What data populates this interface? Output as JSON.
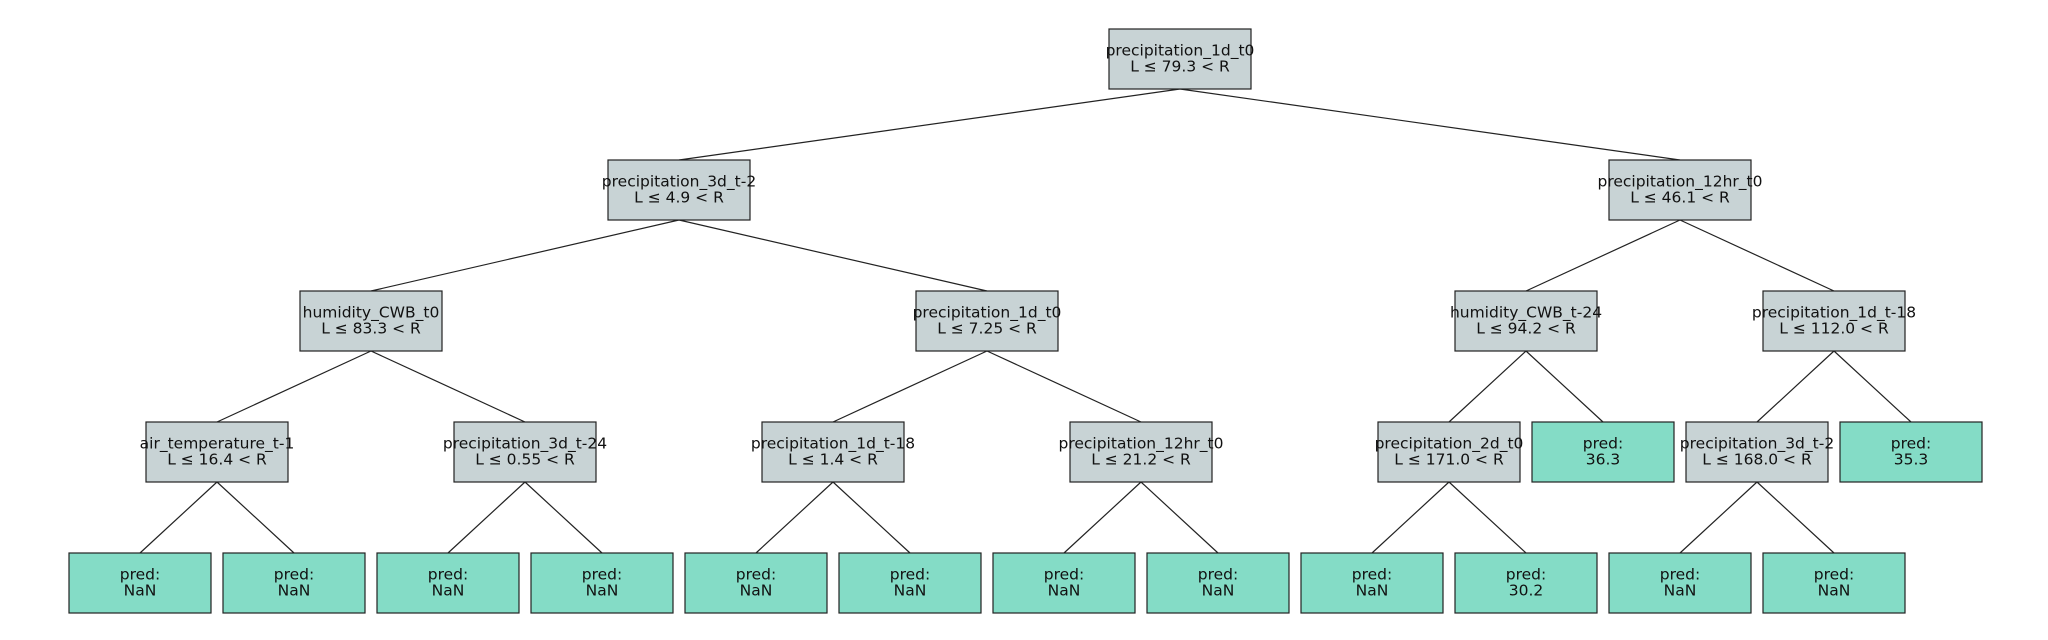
{
  "colors": {
    "split_fill": "#c8d3d5",
    "leaf_fill": "#84dcc6",
    "border": "#222222",
    "edge": "#222222"
  },
  "nodes": [
    {
      "id": "n0",
      "kind": "split",
      "lines": [
        "precipitation_1d_t0",
        "L ≤ 79.3 < R"
      ]
    },
    {
      "id": "n1",
      "kind": "split",
      "lines": [
        "precipitation_3d_t-2",
        "L ≤ 4.9 < R"
      ]
    },
    {
      "id": "n2",
      "kind": "split",
      "lines": [
        "precipitation_12hr_t0",
        "L ≤ 46.1 < R"
      ]
    },
    {
      "id": "n3",
      "kind": "split",
      "lines": [
        "humidity_CWB_t0",
        "L ≤ 83.3 < R"
      ]
    },
    {
      "id": "n4",
      "kind": "split",
      "lines": [
        "precipitation_1d_t0",
        "L ≤ 7.25 < R"
      ]
    },
    {
      "id": "n5",
      "kind": "split",
      "lines": [
        "humidity_CWB_t-24",
        "L ≤ 94.2 < R"
      ]
    },
    {
      "id": "n6",
      "kind": "split",
      "lines": [
        "precipitation_1d_t-18",
        "L ≤ 112.0 < R"
      ]
    },
    {
      "id": "n7",
      "kind": "split",
      "lines": [
        "air_temperature_t-1",
        "L ≤ 16.4 < R"
      ]
    },
    {
      "id": "n8",
      "kind": "split",
      "lines": [
        "precipitation_3d_t-24",
        "L ≤ 0.55 < R"
      ]
    },
    {
      "id": "n9",
      "kind": "split",
      "lines": [
        "precipitation_1d_t-18",
        "L ≤ 1.4 < R"
      ]
    },
    {
      "id": "n10",
      "kind": "split",
      "lines": [
        "precipitation_12hr_t0",
        "L ≤ 21.2 < R"
      ]
    },
    {
      "id": "n11",
      "kind": "split",
      "lines": [
        "precipitation_2d_t0",
        "L ≤ 171.0 < R"
      ]
    },
    {
      "id": "n12",
      "kind": "leaf",
      "lines": [
        "pred:",
        "36.3"
      ]
    },
    {
      "id": "n13",
      "kind": "split",
      "lines": [
        "precipitation_3d_t-2",
        "L ≤ 168.0 < R"
      ]
    },
    {
      "id": "n14",
      "kind": "leaf",
      "lines": [
        "pred:",
        "35.3"
      ]
    },
    {
      "id": "n15",
      "kind": "leaf",
      "lines": [
        "pred:",
        "NaN"
      ]
    },
    {
      "id": "n16",
      "kind": "leaf",
      "lines": [
        "pred:",
        "NaN"
      ]
    },
    {
      "id": "n17",
      "kind": "leaf",
      "lines": [
        "pred:",
        "NaN"
      ]
    },
    {
      "id": "n18",
      "kind": "leaf",
      "lines": [
        "pred:",
        "NaN"
      ]
    },
    {
      "id": "n19",
      "kind": "leaf",
      "lines": [
        "pred:",
        "NaN"
      ]
    },
    {
      "id": "n20",
      "kind": "leaf",
      "lines": [
        "pred:",
        "NaN"
      ]
    },
    {
      "id": "n21",
      "kind": "leaf",
      "lines": [
        "pred:",
        "NaN"
      ]
    },
    {
      "id": "n22",
      "kind": "leaf",
      "lines": [
        "pred:",
        "NaN"
      ]
    },
    {
      "id": "n23",
      "kind": "leaf",
      "lines": [
        "pred:",
        "NaN"
      ]
    },
    {
      "id": "n24",
      "kind": "leaf",
      "lines": [
        "pred:",
        "30.2"
      ]
    },
    {
      "id": "n25",
      "kind": "leaf",
      "lines": [
        "pred:",
        "NaN"
      ]
    },
    {
      "id": "n26",
      "kind": "leaf",
      "lines": [
        "pred:",
        "NaN"
      ]
    }
  ],
  "edges": [
    [
      "n0",
      "n1"
    ],
    [
      "n0",
      "n2"
    ],
    [
      "n1",
      "n3"
    ],
    [
      "n1",
      "n4"
    ],
    [
      "n2",
      "n5"
    ],
    [
      "n2",
      "n6"
    ],
    [
      "n3",
      "n7"
    ],
    [
      "n3",
      "n8"
    ],
    [
      "n4",
      "n9"
    ],
    [
      "n4",
      "n10"
    ],
    [
      "n5",
      "n11"
    ],
    [
      "n5",
      "n12"
    ],
    [
      "n6",
      "n13"
    ],
    [
      "n6",
      "n14"
    ],
    [
      "n7",
      "n15"
    ],
    [
      "n7",
      "n16"
    ],
    [
      "n8",
      "n17"
    ],
    [
      "n8",
      "n18"
    ],
    [
      "n9",
      "n19"
    ],
    [
      "n9",
      "n20"
    ],
    [
      "n10",
      "n21"
    ],
    [
      "n10",
      "n22"
    ],
    [
      "n11",
      "n23"
    ],
    [
      "n11",
      "n24"
    ],
    [
      "n13",
      "n25"
    ],
    [
      "n13",
      "n26"
    ]
  ]
}
